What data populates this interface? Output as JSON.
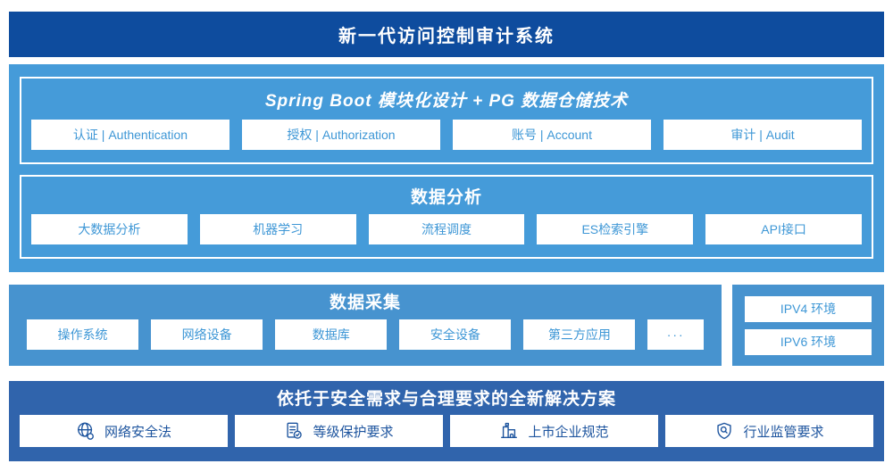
{
  "banner": {
    "title": "新一代访问控制审计系统"
  },
  "platform": {
    "spring_boot": {
      "title": "Spring Boot 模块化设计 + PG 数据仓储技术",
      "items": [
        "认证 | Authentication",
        "授权 | Authorization",
        "账号 | Account",
        "审计 | Audit"
      ]
    },
    "data_analysis": {
      "title": "数据分析",
      "items": [
        "大数据分析",
        "机器学习",
        "流程调度",
        "ES检索引擎",
        "API接口"
      ]
    }
  },
  "data_collection": {
    "title": "数据采集",
    "items": [
      "操作系统",
      "网络设备",
      "数据库",
      "安全设备",
      "第三方应用",
      "···"
    ]
  },
  "network_environments": {
    "items": [
      "IPV4 环境",
      "IPV6 环境"
    ]
  },
  "solution": {
    "title": "依托于安全需求与合理要求的全新解决方案",
    "items": [
      {
        "icon": "globe-icon",
        "label": "网络安全法"
      },
      {
        "icon": "document-check-icon",
        "label": "等级保护要求"
      },
      {
        "icon": "building-icon",
        "label": "上市企业规范"
      },
      {
        "icon": "shield-search-icon",
        "label": "行业监管要求"
      }
    ]
  },
  "colors": {
    "banner_navy": "#0e4c9e",
    "platform_blue": "#459bd9",
    "collection_blue": "#4793cf",
    "solution_navy": "#3064ac",
    "pill_text_blue": "#3e97d6",
    "solution_text_navy": "#1d549e"
  }
}
